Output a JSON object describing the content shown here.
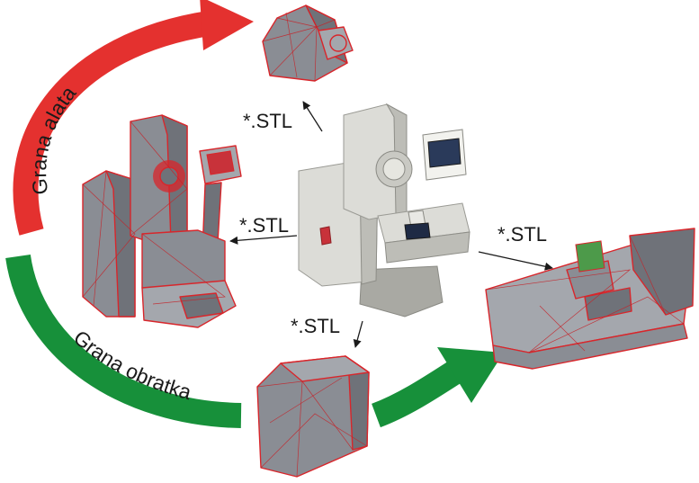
{
  "labels": {
    "stl_top": "*.STL",
    "stl_left": "*.STL",
    "stl_right": "*.STL",
    "stl_bottom": "*.STL",
    "branch_tool": "Grana alata",
    "branch_workpiece": "Grana obratka"
  },
  "colors": {
    "tool_branch": "#e4312f",
    "workpiece_branch": "#17903a",
    "mesh_edge": "#d8262b",
    "mesh_fill": "#8a8d94",
    "machine_body": "#dcdcd7"
  }
}
